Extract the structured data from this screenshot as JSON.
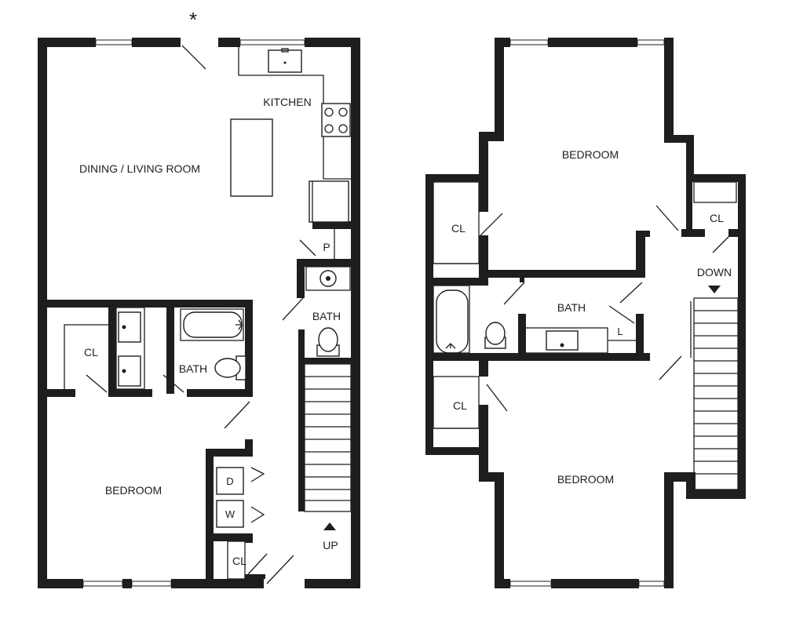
{
  "ground_floor": {
    "labels": {
      "dining_living": "DINING / LIVING ROOM",
      "kitchen": "KITCHEN",
      "pantry": "P",
      "bath_main": "BATH",
      "bath_second": "BATH",
      "closet_left": "CL",
      "closet_bottom": "CL",
      "bedroom": "BEDROOM",
      "dryer": "D",
      "washer": "W",
      "stairs_up": "UP",
      "entry_marker": "*"
    }
  },
  "upper_floor": {
    "labels": {
      "bedroom_top": "BEDROOM",
      "bedroom_bottom": "BEDROOM",
      "closet_left_top": "CL",
      "closet_left_bottom": "CL",
      "closet_right": "CL",
      "bath": "BATH",
      "linen": "L",
      "stairs_down": "DOWN"
    }
  }
}
